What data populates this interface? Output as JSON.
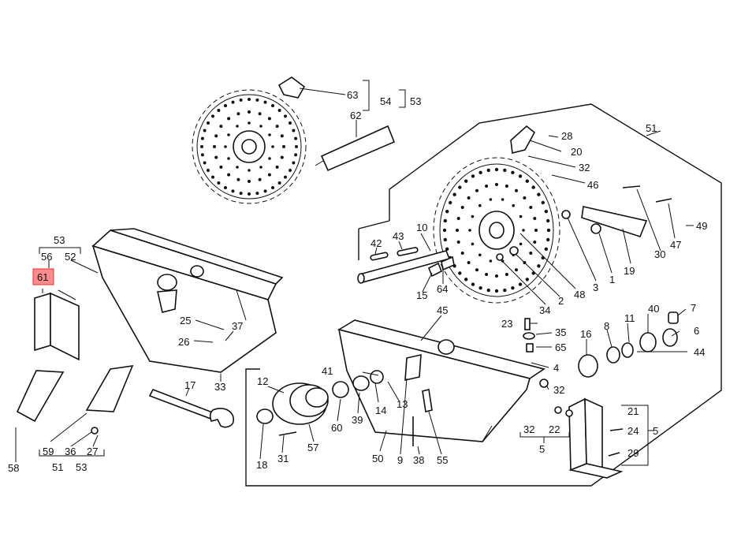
{
  "highlight": {
    "label": "61",
    "color": "#ff8c8c",
    "border": "#e03030"
  },
  "labels": {
    "l63a": "63",
    "l54": "54",
    "l53a": "53",
    "l62": "62",
    "l51a": "51",
    "l28": "28",
    "l20": "20",
    "l32a": "32",
    "l46": "46",
    "l49": "49",
    "l30": "30",
    "l47": "47",
    "l19": "19",
    "l1": "1",
    "l3": "3",
    "l2": "2",
    "l48": "48",
    "l34": "34",
    "l42": "42",
    "l43": "43",
    "l10": "10",
    "l15": "15",
    "l64": "64",
    "l53b": "53",
    "l56": "56",
    "l52": "52",
    "l61": "61",
    "l25": "25",
    "l37": "37",
    "l26": "26",
    "l33": "33",
    "l17": "17",
    "l58": "58",
    "l59": "59",
    "l36": "36",
    "l27": "27",
    "l51b": "51",
    "l53c": "53",
    "l45": "45",
    "l23": "23",
    "l35": "35",
    "l65": "65",
    "l4": "4",
    "l32b": "32",
    "l7": "7",
    "l40": "40",
    "l8": "8",
    "l11": "11",
    "l16": "16",
    "l6": "6",
    "l44": "44",
    "l41": "41",
    "l12": "12",
    "l14": "14",
    "l13": "13",
    "l60": "60",
    "l39": "39",
    "l57": "57",
    "l31": "31",
    "l18": "18",
    "l50": "50",
    "l9": "9",
    "l38": "38",
    "l55": "55",
    "l21": "21",
    "l32c": "32",
    "l22": "22",
    "l24": "24",
    "l5a": "5",
    "l5b": "5",
    "l29": "29"
  }
}
